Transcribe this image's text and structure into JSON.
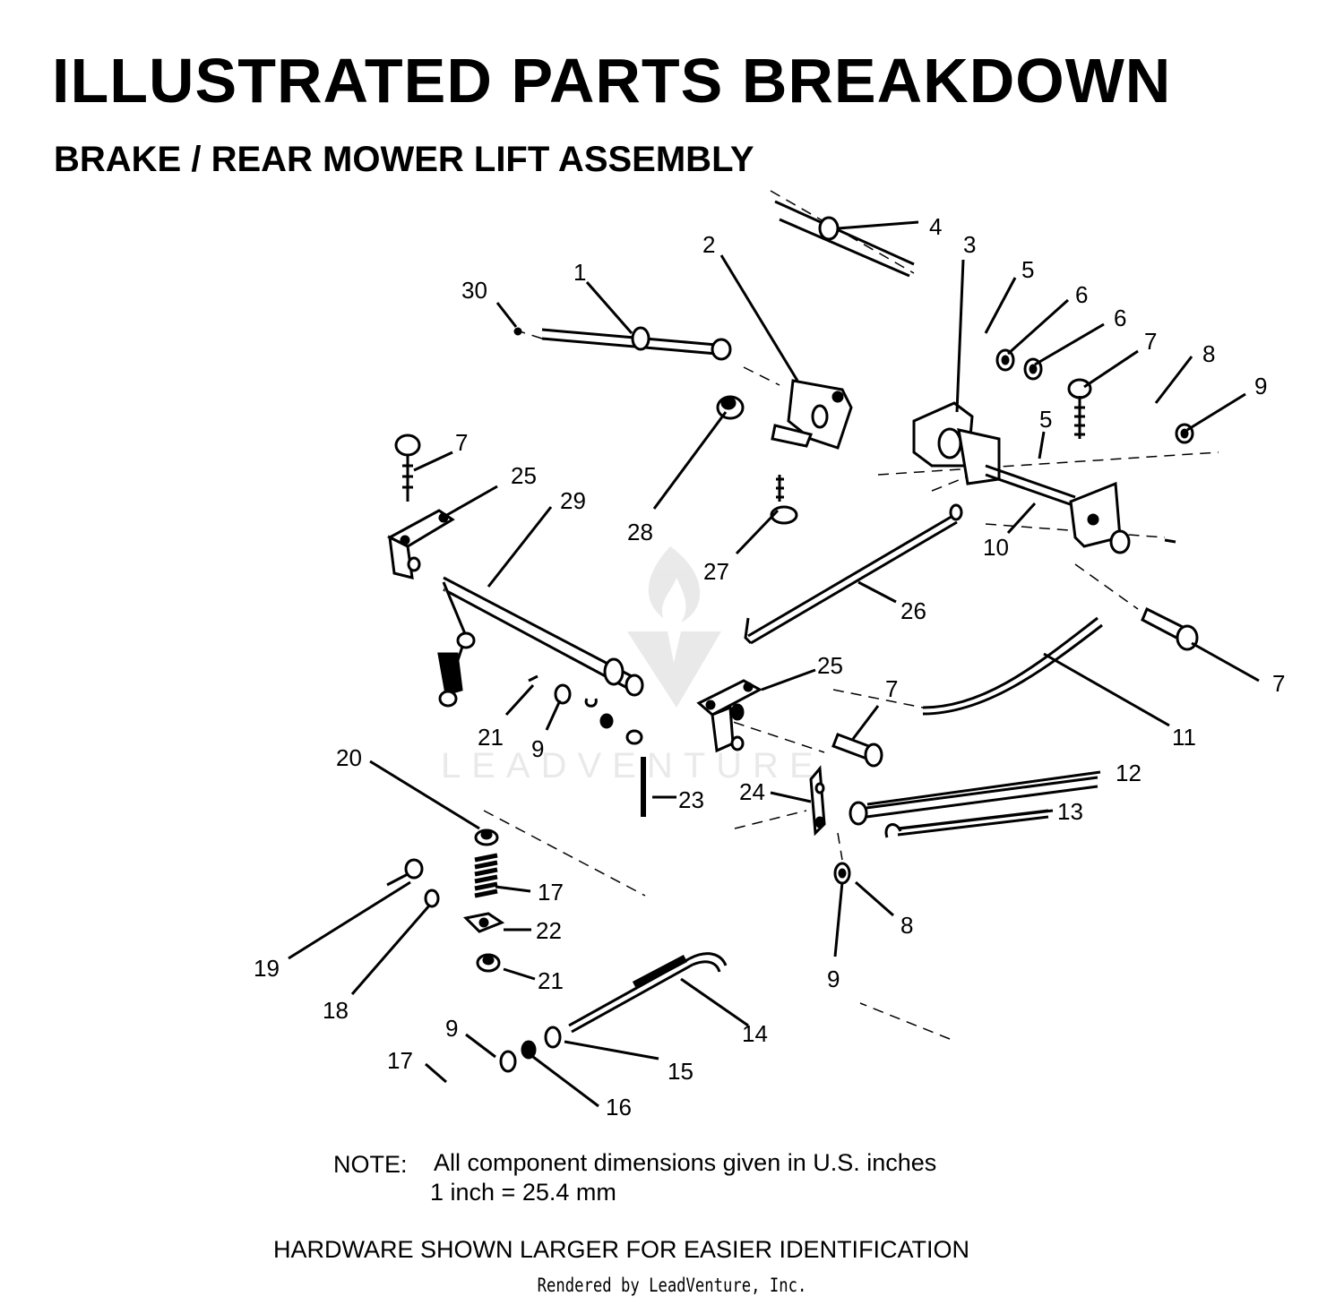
{
  "title": "ILLUSTRATED PARTS BREAKDOWN",
  "subtitle": "BRAKE / REAR MOWER LIFT ASSEMBLY",
  "callouts": {
    "c1": "1",
    "c2": "2",
    "c3": "3",
    "c4": "4",
    "c5a": "5",
    "c5b": "5",
    "c6a": "6",
    "c6b": "6",
    "c7a": "7",
    "c7b": "7",
    "c7c": "7",
    "c7d": "7",
    "c8a": "8",
    "c8b": "8",
    "c9a": "9",
    "c9b": "9",
    "c9c": "9",
    "c9d": "9",
    "c10": "10",
    "c11": "11",
    "c12": "12",
    "c13": "13",
    "c14": "14",
    "c15": "15",
    "c16": "16",
    "c17a": "17",
    "c17b": "17",
    "c18": "18",
    "c19": "19",
    "c20": "20",
    "c21a": "21",
    "c21b": "21",
    "c22": "22",
    "c23": "23",
    "c24": "24",
    "c25a": "25",
    "c25b": "25",
    "c26": "26",
    "c27": "27",
    "c28": "28",
    "c29": "29",
    "c30": "30"
  },
  "note": {
    "label": "NOTE:",
    "line1": "All component dimensions given in U.S. inches",
    "line2": "1 inch = 25.4 mm"
  },
  "hardware_note": "HARDWARE SHOWN LARGER FOR EASIER IDENTIFICATION",
  "credit": "Rendered by LeadVenture, Inc.",
  "watermark_text": "LEADVENTURE"
}
